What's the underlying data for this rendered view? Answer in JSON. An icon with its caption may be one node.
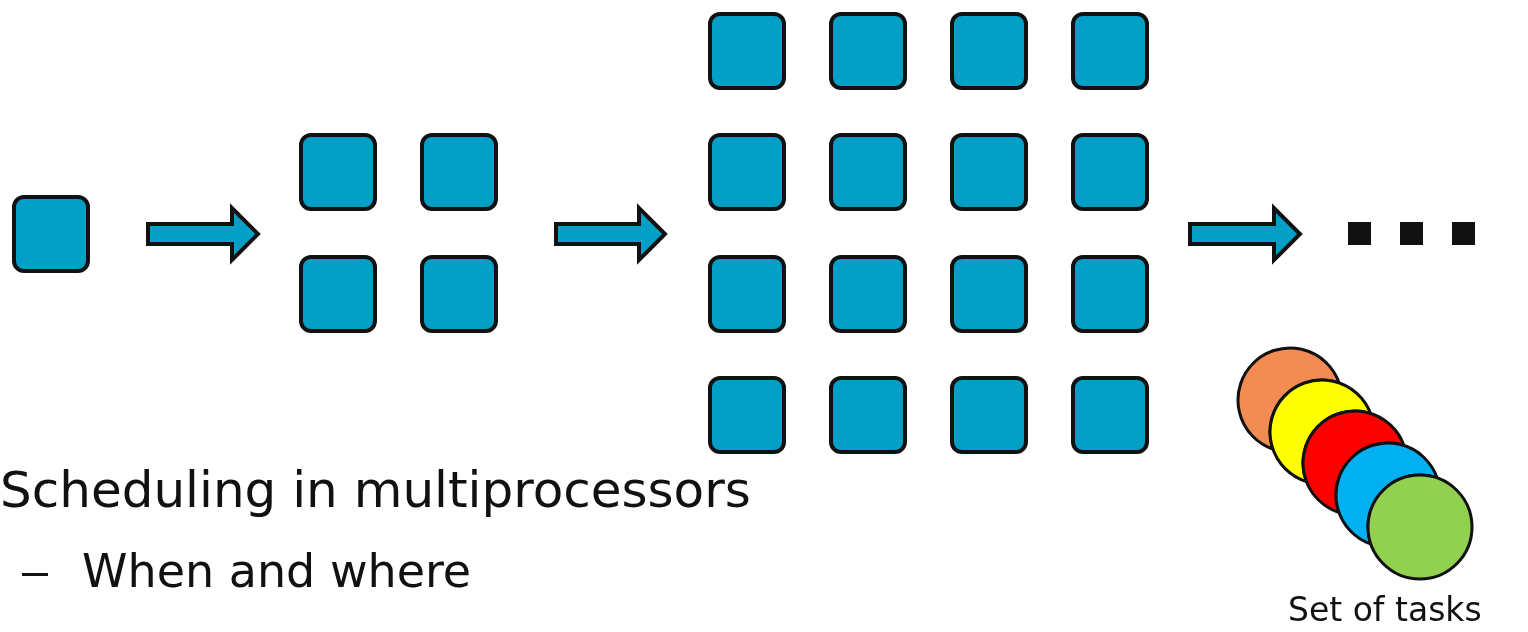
{
  "diagram": {
    "nodes": [
      {
        "text": [],
        "shape": "box"
      },
      {
        "text": [],
        "shape": "box"
      },
      {
        "text": [],
        "shape": "box"
      },
      {
        "text": [],
        "shape": "box"
      },
      {
        "text": [],
        "shape": "box"
      },
      {
        "text": [],
        "shape": "box"
      },
      {
        "text": [],
        "shape": "box"
      },
      {
        "text": [],
        "shape": "box"
      },
      {
        "text": [],
        "shape": "box"
      },
      {
        "text": [],
        "shape": "box"
      },
      {
        "text": [],
        "shape": "box"
      },
      {
        "text": [],
        "shape": "box"
      },
      {
        "text": [],
        "shape": "box"
      },
      {
        "text": [],
        "shape": "box"
      },
      {
        "text": [],
        "shape": "box"
      },
      {
        "text": [],
        "shape": "box"
      },
      {
        "text": [],
        "shape": "box"
      },
      {
        "text": [],
        "shape": "box"
      },
      {
        "text": [],
        "shape": "box"
      },
      {
        "text": [],
        "shape": "box"
      },
      {
        "text": [],
        "shape": "box"
      },
      {
        "text": [],
        "shape": "box"
      },
      {
        "text": [],
        "shape": "box"
      },
      {
        "text": [],
        "shape": "box"
      },
      {
        "text": [],
        "shape": "circle"
      },
      {
        "text": [],
        "shape": "circle"
      },
      {
        "text": [],
        "shape": "circle"
      },
      {
        "text": [],
        "shape": "circle"
      },
      {
        "text": [],
        "shape": "circle"
      }
    ],
    "labels": [
      "Scheduling in multiprocessors",
      "When and where",
      "Set of tasks"
    ]
  }
}
